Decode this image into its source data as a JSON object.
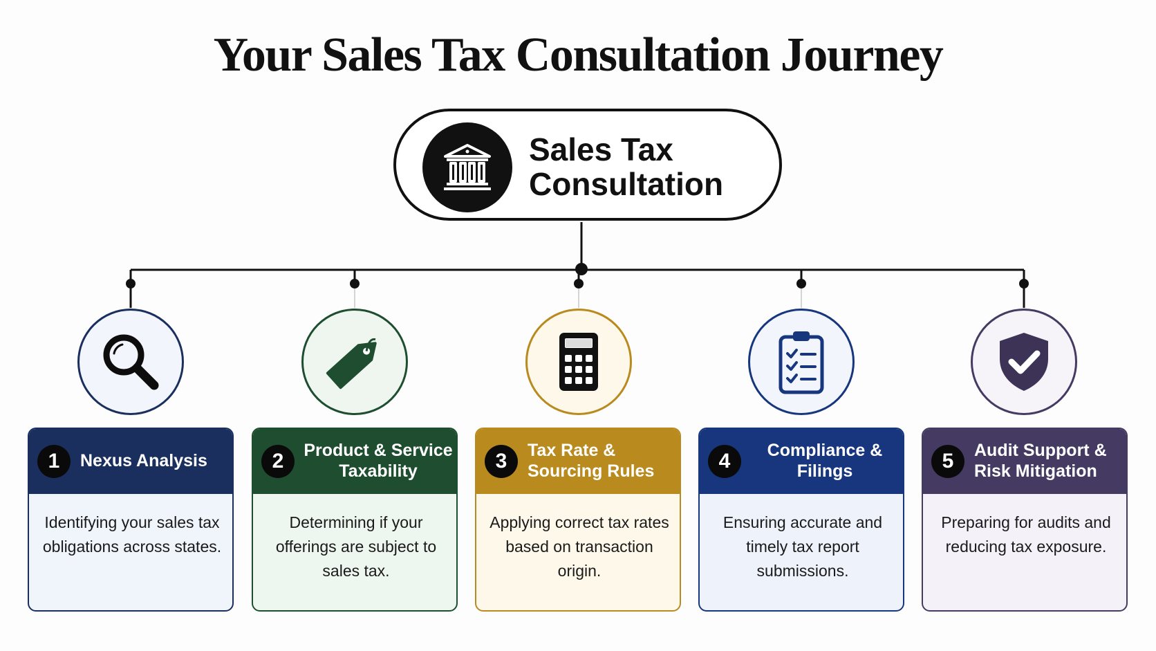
{
  "title": "Your Sales Tax Consultation Journey",
  "hub": {
    "label": "Sales Tax Consultation",
    "icon": "bank-building-icon"
  },
  "colors": {
    "navy": "#1b2f5e",
    "green": "#1e4d30",
    "gold": "#b98a1d",
    "blue": "#17367e",
    "purple": "#453a61"
  },
  "steps": [
    {
      "number": "1",
      "title": "Nexus Analysis",
      "description": "Identifying your sales tax obligations across states.",
      "icon": "magnifying-glass-icon"
    },
    {
      "number": "2",
      "title": "Product & Service Taxability",
      "description": "Determining if your offerings are subject to sales tax.",
      "icon": "price-tag-icon"
    },
    {
      "number": "3",
      "title": "Tax Rate & Sourcing Rules",
      "description": "Applying correct tax rates based on transaction origin.",
      "icon": "calculator-icon"
    },
    {
      "number": "4",
      "title": "Compliance & Filings",
      "description": "Ensuring accurate and timely tax report submissions.",
      "icon": "clipboard-checklist-icon"
    },
    {
      "number": "5",
      "title": "Audit Support & Risk Mitigation",
      "description": "Preparing for audits and reducing tax exposure.",
      "icon": "shield-check-icon"
    }
  ]
}
